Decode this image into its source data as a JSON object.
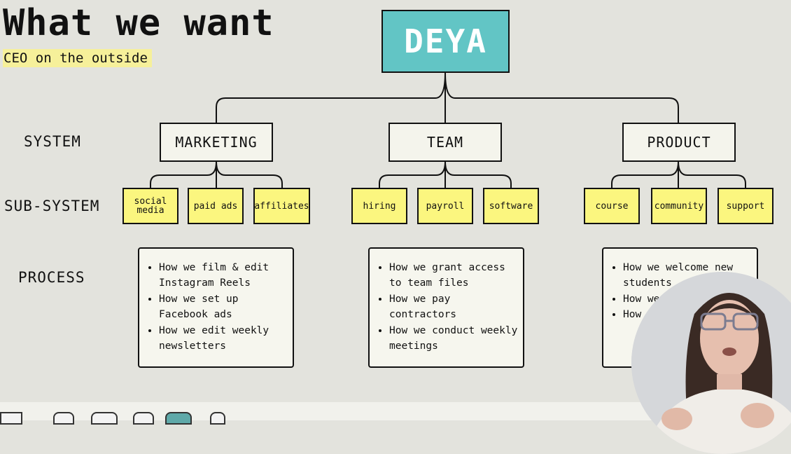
{
  "slide": {
    "title": "What we want",
    "subtitle": "CEO on the outside"
  },
  "row_labels": {
    "system": "SYSTEM",
    "subsystem": "SUB-SYSTEM",
    "process": "PROCESS"
  },
  "root": {
    "label": "DEYA",
    "color": "#62c5c5"
  },
  "systems": [
    {
      "label": "MARKETING",
      "subsystems": [
        "social media",
        "paid ads",
        "affiliates"
      ],
      "process": [
        "How we film & edit Instagram Reels",
        "How we set up Facebook ads",
        "How we edit weekly newsletters"
      ]
    },
    {
      "label": "TEAM",
      "subsystems": [
        "hiring",
        "payroll",
        "software"
      ],
      "process": [
        "How we grant access to team files",
        "How we pay contractors",
        "How we conduct weekly meetings"
      ]
    },
    {
      "label": "PRODUCT",
      "subsystems": [
        "course",
        "community",
        "support"
      ],
      "process": [
        "How we welcome new students",
        "How we course",
        "How co"
      ]
    }
  ],
  "colors": {
    "subsystem_fill": "#fbf67f",
    "highlight": "#f6f09a",
    "background": "#e3e3dd"
  }
}
